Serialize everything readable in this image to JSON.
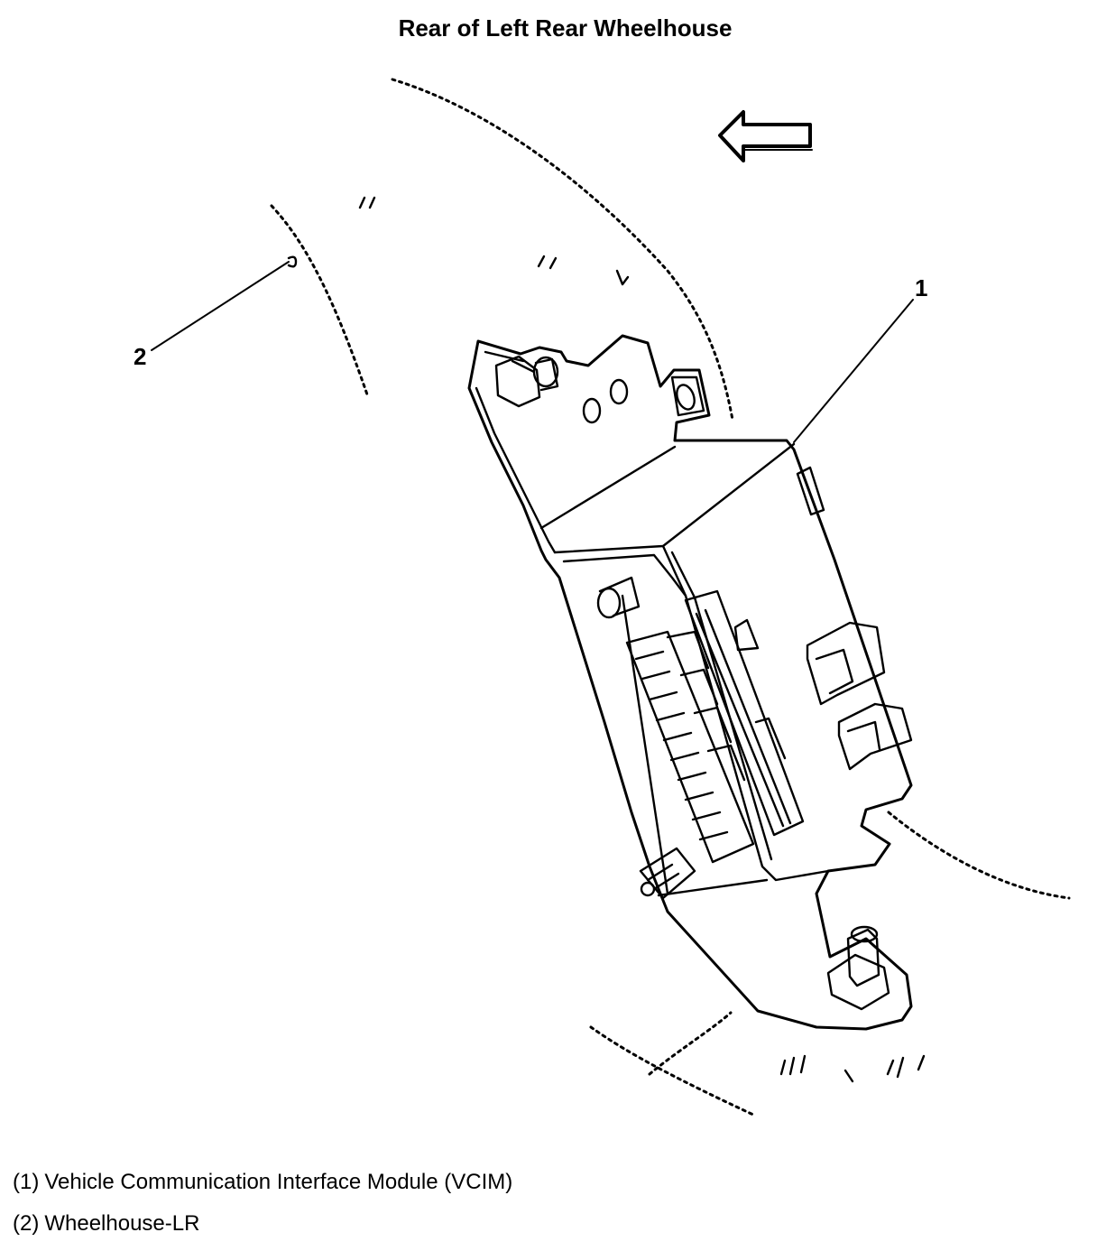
{
  "title": "Rear of Left Rear Wheelhouse",
  "callouts": [
    "1",
    "2"
  ],
  "legend": [
    {
      "num": "(1)",
      "text": "Vehicle Communication Interface Module (VCIM)"
    },
    {
      "num": "(2)",
      "text": "Wheelhouse-LR"
    }
  ],
  "icons": {
    "direction_arrow": "left-arrow-icon"
  }
}
